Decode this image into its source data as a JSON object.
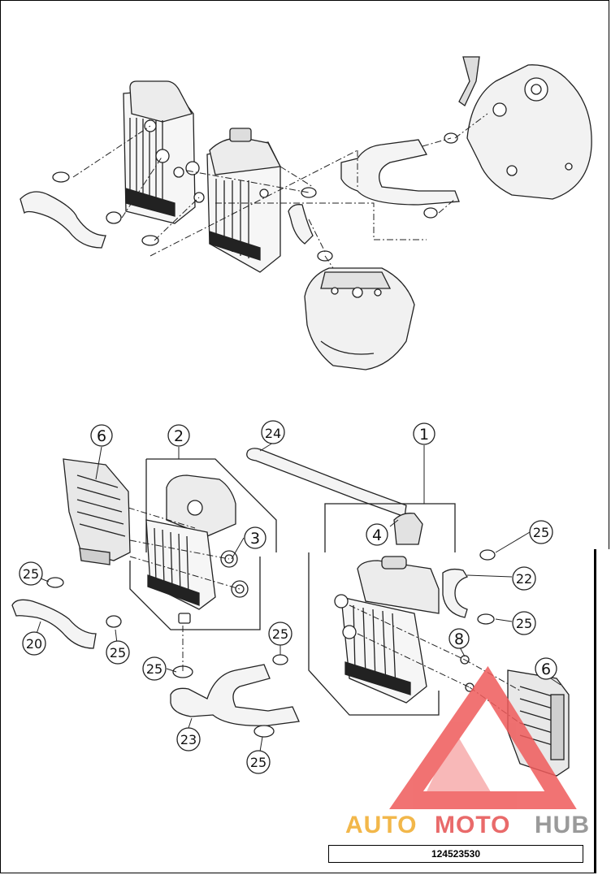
{
  "diagram": {
    "callouts": [
      {
        "id": "c1",
        "label": "1"
      },
      {
        "id": "c2",
        "label": "2"
      },
      {
        "id": "c3",
        "label": "3"
      },
      {
        "id": "c4",
        "label": "4"
      },
      {
        "id": "c6a",
        "label": "6"
      },
      {
        "id": "c6b",
        "label": "6"
      },
      {
        "id": "c8",
        "label": "8"
      },
      {
        "id": "c20",
        "label": "20"
      },
      {
        "id": "c22",
        "label": "22"
      },
      {
        "id": "c23",
        "label": "23"
      },
      {
        "id": "c24",
        "label": "24"
      },
      {
        "id": "c25a",
        "label": "25"
      },
      {
        "id": "c25b",
        "label": "25"
      },
      {
        "id": "c25c",
        "label": "25"
      },
      {
        "id": "c25d",
        "label": "25"
      },
      {
        "id": "c25e",
        "label": "25"
      },
      {
        "id": "c25f",
        "label": "25"
      },
      {
        "id": "c25g",
        "label": "25"
      }
    ],
    "part_number": "124523530"
  },
  "watermark": {
    "text_auto": "AUTO",
    "text_moto": "MOTO",
    "text_hub": "HUB",
    "colors": {
      "auto": "#f2b74a",
      "moto": "#e96a6a",
      "hub": "#9a9a9a",
      "triangle": "#ef5a5a"
    }
  }
}
